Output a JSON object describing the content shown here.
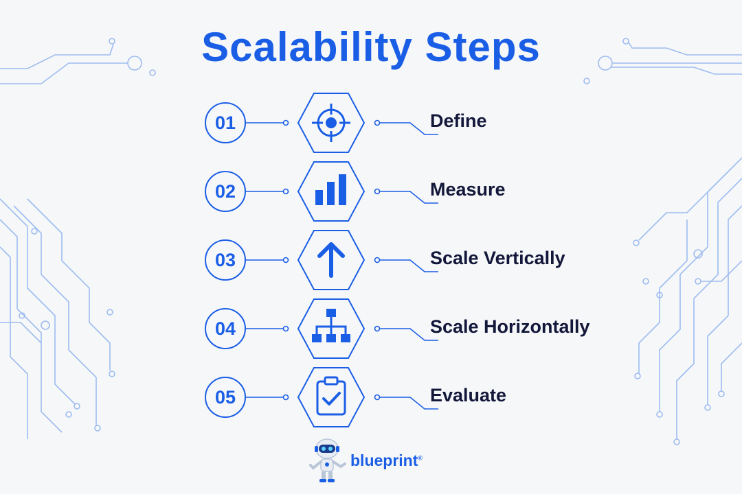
{
  "title": "Scalability Steps",
  "steps": [
    {
      "number": "01",
      "label": "Define",
      "icon": "target-icon"
    },
    {
      "number": "02",
      "label": "Measure",
      "icon": "bar-chart-icon"
    },
    {
      "number": "03",
      "label": "Scale Vertically",
      "icon": "arrow-up-icon"
    },
    {
      "number": "04",
      "label": "Scale Horizontally",
      "icon": "hierarchy-icon"
    },
    {
      "number": "05",
      "label": "Evaluate",
      "icon": "clipboard-check-icon"
    }
  ],
  "brand": {
    "name": "blueprint",
    "mark": "®"
  },
  "colors": {
    "accent": "#1a5ee6",
    "text": "#13183a",
    "circuit": "#8fb4ee",
    "background": "#f6f7f9"
  }
}
